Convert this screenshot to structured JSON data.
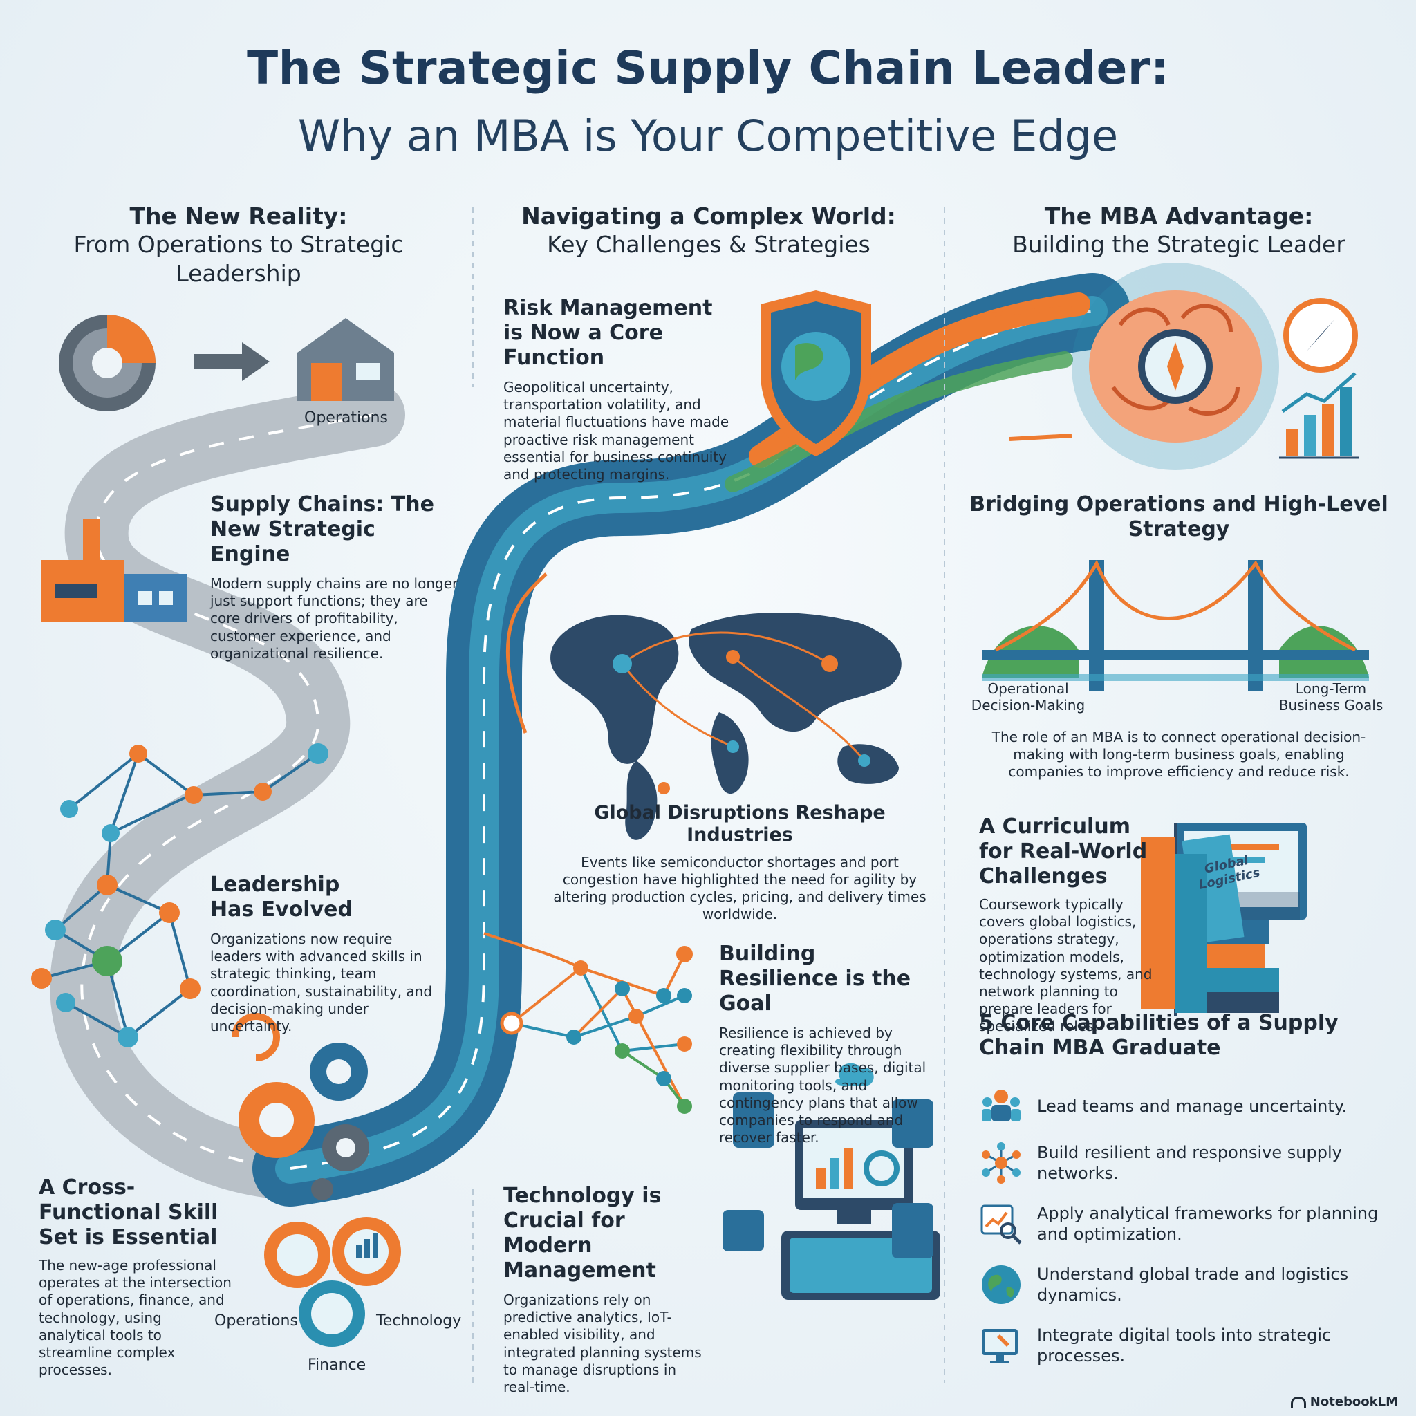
{
  "header": {
    "title": "The Strategic Supply Chain Leader:",
    "subtitle": "Why an MBA is Your Competitive Edge"
  },
  "columns": {
    "left": {
      "title": "The New Reality:",
      "subtitle": "From Operations to Strategic Leadership"
    },
    "middle": {
      "title": "Navigating a Complex World:",
      "subtitle": "Key Challenges & Strategies"
    },
    "right": {
      "title": "The MBA Advantage:",
      "subtitle": "Building the Strategic Leader"
    }
  },
  "left": {
    "operations_label": "Operations",
    "engine": {
      "title": "Supply Chains: The New Strategic Engine",
      "body": "Modern supply chains are no longer just support functions; they are core drivers of profitability, customer experience, and organizational resilience."
    },
    "leadership": {
      "title": "Leadership Has Evolved",
      "body": "Organizations now require leaders with advanced skills in strategic thinking, team coordination, sustainability, and decision-making under uncertainty."
    },
    "cross": {
      "title": "A Cross-Functional Skill Set is Essential",
      "body": "The new-age professional operates at the intersection of operations, finance, and technology, using analytical tools to streamline complex processes."
    },
    "gear_labels": {
      "operations": "Operations",
      "technology": "Technology",
      "finance": "Finance"
    }
  },
  "middle": {
    "risk": {
      "title": "Risk Management is Now a Core Function",
      "body": "Geopolitical uncertainty, transportation volatility, and material fluctuations have made proactive risk management essential for business continuity and protecting margins."
    },
    "disruptions": {
      "title": "Global Disruptions Reshape Industries",
      "body": "Events like semiconductor shortages and port congestion have highlighted the need for agility by altering production cycles, pricing, and delivery times worldwide."
    },
    "resilience": {
      "title": "Building Resilience is the Goal",
      "body": "Resilience is achieved by creating flexibility through diverse supplier bases, digital monitoring tools, and contingency plans that allow companies to respond and recover faster."
    },
    "technology": {
      "title": "Technology is Crucial for Modern Management",
      "body": "Organizations rely on predictive analytics, IoT-enabled visibility, and integrated planning systems to manage disruptions in real-time."
    }
  },
  "right": {
    "bridge": {
      "title": "Bridging Operations and High-Level Strategy",
      "left_label": "Operational Decision-Making",
      "right_label": "Long-Term Business Goals",
      "body": "The role of an MBA is to connect operational decision-making with long-term business goals, enabling companies to improve efficiency and reduce risk."
    },
    "curriculum": {
      "title": "A Curriculum for Real-World Challenges",
      "body": "Coursework typically covers global logistics, operations strategy, optimization models, technology systems, and network planning to prepare leaders for specialized roles.",
      "book_label": "Global Logistics"
    },
    "capabilities": {
      "title": "5 Core Capabilities of a Supply Chain MBA Graduate",
      "items": [
        {
          "icon": "team-icon",
          "text": "Lead teams and manage uncertainty."
        },
        {
          "icon": "network-icon",
          "text": "Build resilient and responsive supply networks."
        },
        {
          "icon": "analytics-icon",
          "text": "Apply analytical frameworks for planning and optimization."
        },
        {
          "icon": "globe-icon",
          "text": "Understand global trade and logistics dynamics."
        },
        {
          "icon": "digital-tools-icon",
          "text": "Integrate digital tools into strategic processes."
        }
      ]
    }
  },
  "footer": {
    "brand": "NotebookLM"
  },
  "colors": {
    "navy": "#1e3a5a",
    "orange": "#ee7b30",
    "teal": "#2a8fb0",
    "green": "#4da35a",
    "gray": "#8d98a3"
  }
}
